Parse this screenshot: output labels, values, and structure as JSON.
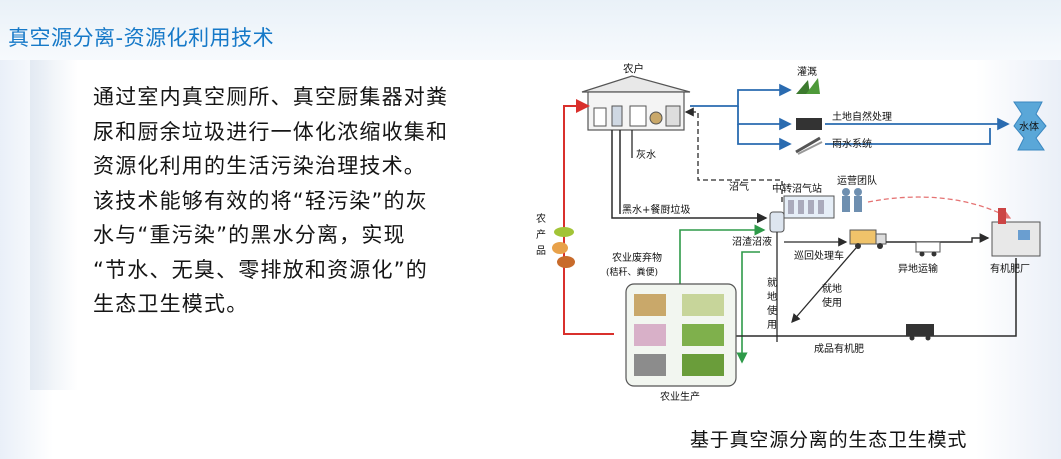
{
  "slide": {
    "title": "真空源分离-资源化利用技术",
    "caption": "基于真空源分离的生态卫生模式",
    "body_lines": [
      "通过室内真空厕所、真空厨集器对粪",
      "尿和厨余垃圾进行一体化浓缩收集和",
      "资源化利用的生活污染治理技术。",
      "该技术能够有效的将“轻污染”的灰",
      "水与“重污染”的黑水分离，实现",
      "“节水、无臭、零排放和资源化”的",
      "生态卫生模式。"
    ]
  },
  "diagram": {
    "household": "农户",
    "irrigation": "灌溉",
    "land_treatment": "土地自然处理",
    "rain_system": "雨水系统",
    "water_body": "水体",
    "grey_water": "灰水",
    "biogas": "沼气",
    "transfer_station": "中转沼气站",
    "operation_team": "运营团队",
    "blackwater_kitchen": "黑水+餐厨垃圾",
    "agri_products": "农产品",
    "agri_waste_1": "农业废弃物",
    "agri_waste_2": "(秸秆、粪便)",
    "residue": "沼渣沼液",
    "mobile_truck": "巡回处理车",
    "local_use_a": [
      "就",
      "地",
      "使",
      "用"
    ],
    "local_use_b": [
      "就地",
      "使用"
    ],
    "remote_transport": "异地运输",
    "fertilizer_plant": "有机肥厂",
    "finished_fertilizer": "成品有机肥",
    "agri_production": "农业生产"
  },
  "colors": {
    "title_blue": "#1679c8",
    "flow_blue": "#2a6bb0",
    "flow_red": "#d9302c",
    "flow_green": "#2e9a49",
    "flow_black": "#2b2b2b",
    "flow_dashed_red": "#e57373"
  }
}
